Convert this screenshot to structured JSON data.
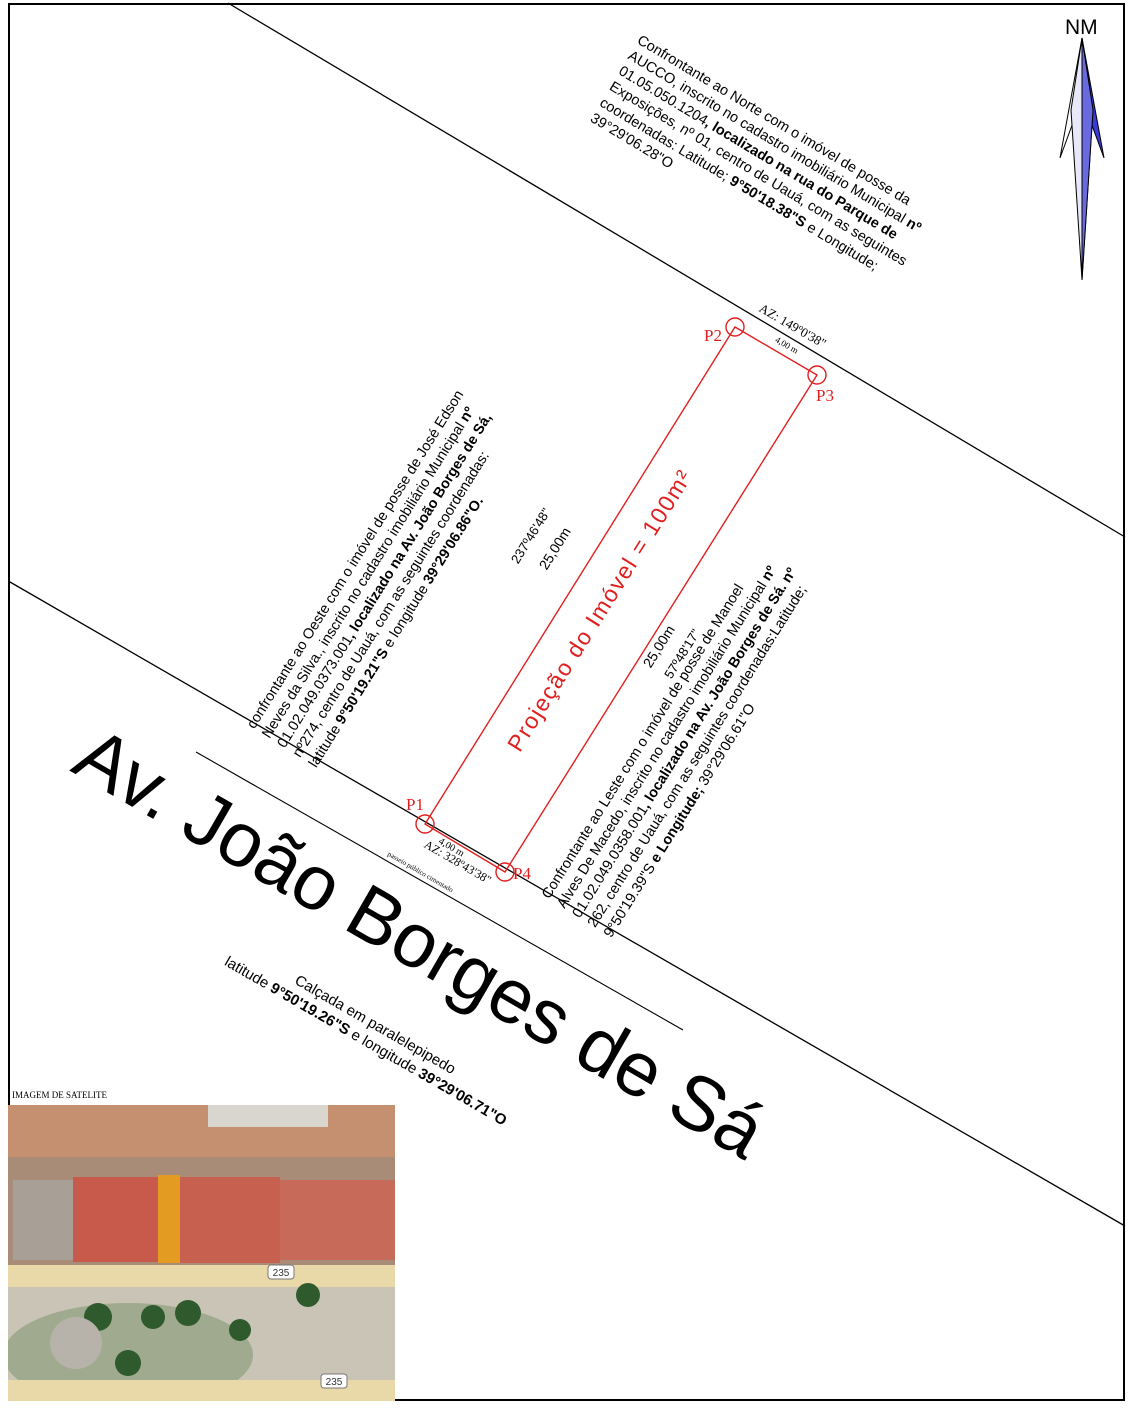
{
  "north_label": "NM",
  "vertices": [
    "P1",
    "P2",
    "P3",
    "P4"
  ],
  "segments": {
    "p2_p3": {
      "azimuth": "AZ: 149º0'38\"",
      "length": "4,00 m"
    },
    "p1_p4": {
      "azimuth": "AZ: 328º43'38\"",
      "length": "4,00 m",
      "note": "passeio público cimentado"
    },
    "p1_p2": {
      "angle": "237º46'48\"",
      "length": "25,00m"
    },
    "p4_p3": {
      "angle": "57º48'17\"",
      "length": "25,00m"
    }
  },
  "projection_label": "Projeção do Imóvel = 100m²",
  "street_name": "Av. João Borges de Sá",
  "north_confrontation": {
    "lines": [
      [
        "Confrontante ao Norte com o imóvel de posse da"
      ],
      [
        "AUCCO, inscrito no cadastro imobiliário Municipal ",
        "nº"
      ],
      [
        "01.05.050.1204",
        ", localizado na rua do Parque de"
      ],
      [
        "Exposições, nº 01, centro de Uauá, com as seguintes"
      ],
      [
        "coordenadas: Latitude; ",
        "9°50'18.38\"S",
        " e Longitude;"
      ],
      [
        "39°29'06.28\"O"
      ]
    ]
  },
  "west_confrontation": {
    "lines": [
      [
        "confrontante ao Oeste com o imóvel de posse de José Edson"
      ],
      [
        "Neves da Silva., inscrito no cadastro imobiliário Municipal ",
        "nº"
      ],
      [
        "01.02.049.0373.001",
        ", localizado na Av. João Borges de Sá,"
      ],
      [
        "nº274, centro de Uauá, com as seguintes coordenadas:"
      ],
      [
        "latitude ",
        "9°50'19.21\"S",
        " e longitude ",
        "39°29'06.86\"O."
      ]
    ]
  },
  "east_confrontation": {
    "lines": [
      [
        "Confrontante ao Leste com o imóvel de posse de Manoel"
      ],
      [
        "Alves De Macedo, inscrito no cadastro imobiliário Municipal ",
        "nº"
      ],
      [
        "01.02.049.0358.001",
        ", localizado na Av. João Borges de Sá. nº"
      ],
      [
        "262, centro de Uauá, com as seguintes coordenadas:Latitude;"
      ],
      [
        "9°50'19.39\"S",
        " e Longitude; ",
        "39°29'06.61\"O"
      ]
    ]
  },
  "south_info": {
    "line1": "Calçada em paralelepipedo",
    "line2_parts": [
      "latitude ",
      "9°50'19.26\"S",
      " e longitude ",
      "39°29'06.71\"O"
    ]
  },
  "satellite": {
    "label": "IMAGEM DE SATELITE",
    "road_badge_1": "235",
    "road_badge_2": "235"
  },
  "colors": {
    "property_outline": "#e02020",
    "lines": "#000000",
    "north_arrow": "#3a3ad8"
  }
}
